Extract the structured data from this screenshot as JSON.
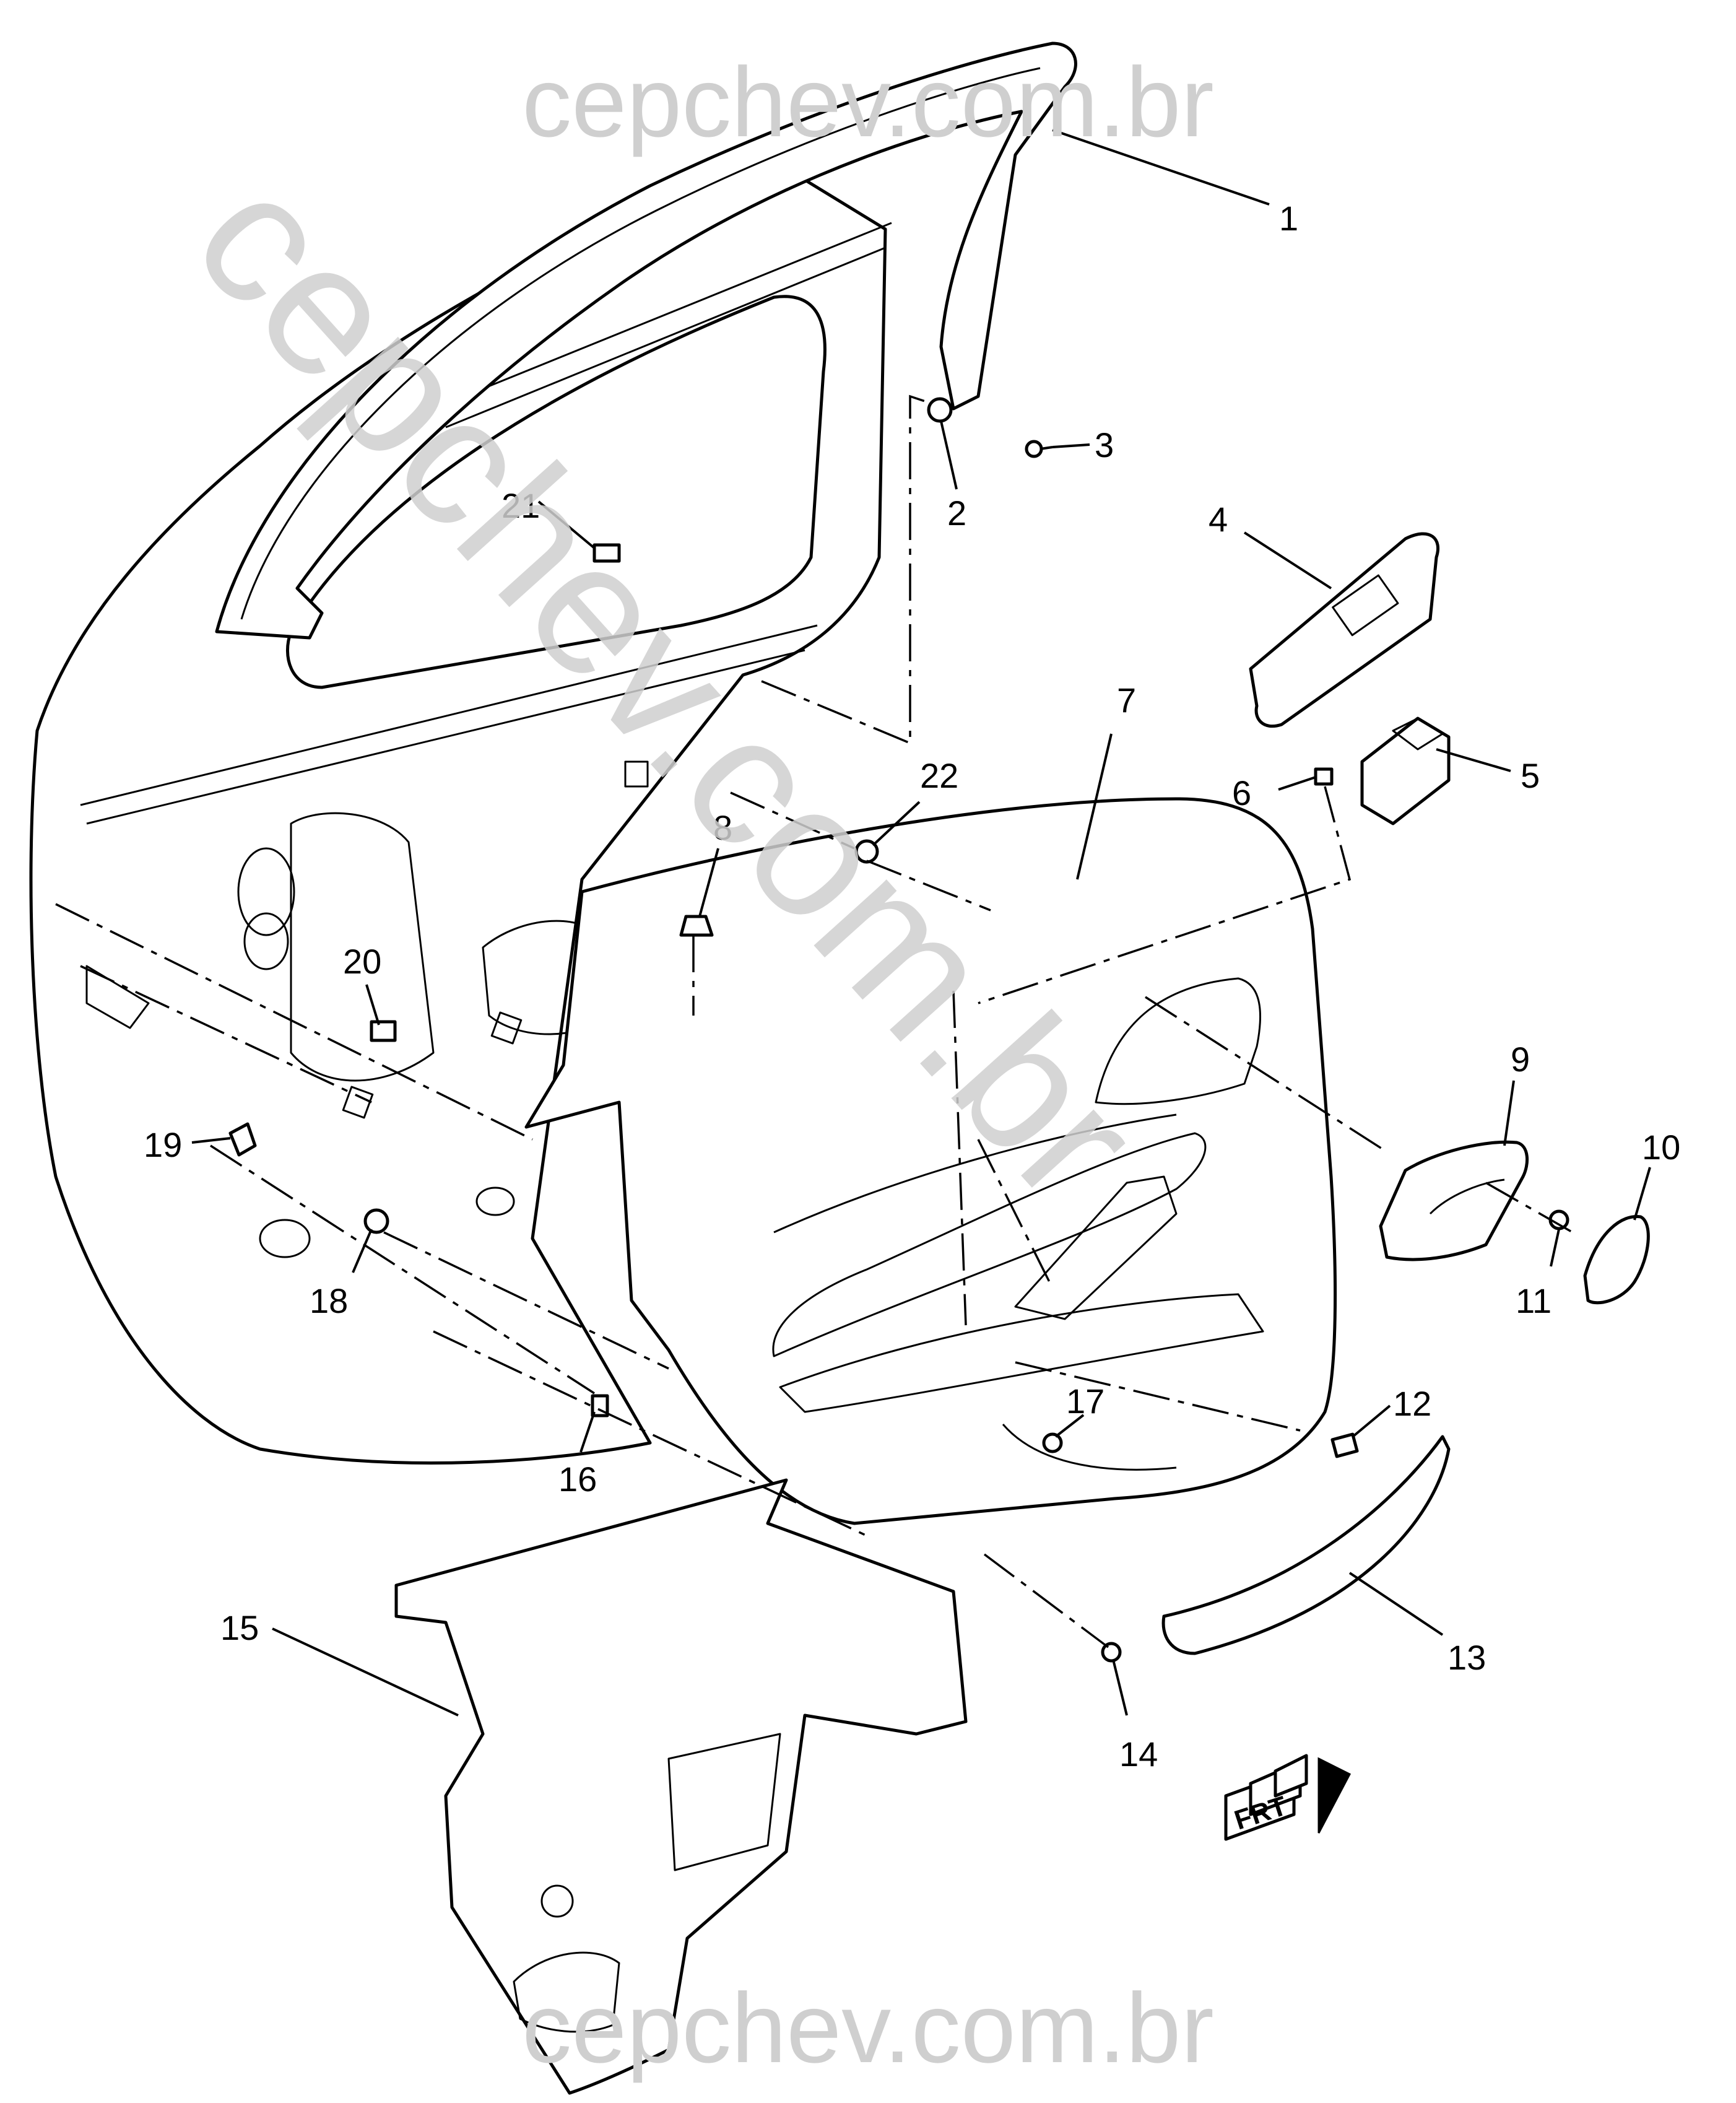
{
  "watermark": {
    "top": "cepchev.com.br",
    "diagonal": "cepchev.com.br",
    "bottom": "cepchev.com.br"
  },
  "direction_indicator": {
    "label": "FRT",
    "icon": "front-arrow-icon"
  },
  "callouts": [
    {
      "number": "1"
    },
    {
      "number": "2"
    },
    {
      "number": "3"
    },
    {
      "number": "4"
    },
    {
      "number": "5"
    },
    {
      "number": "6"
    },
    {
      "number": "7"
    },
    {
      "number": "8"
    },
    {
      "number": "9"
    },
    {
      "number": "10"
    },
    {
      "number": "11"
    },
    {
      "number": "12"
    },
    {
      "number": "13"
    },
    {
      "number": "14"
    },
    {
      "number": "15"
    },
    {
      "number": "16"
    },
    {
      "number": "17"
    },
    {
      "number": "18"
    },
    {
      "number": "19"
    },
    {
      "number": "20"
    },
    {
      "number": "21"
    },
    {
      "number": "22"
    }
  ]
}
